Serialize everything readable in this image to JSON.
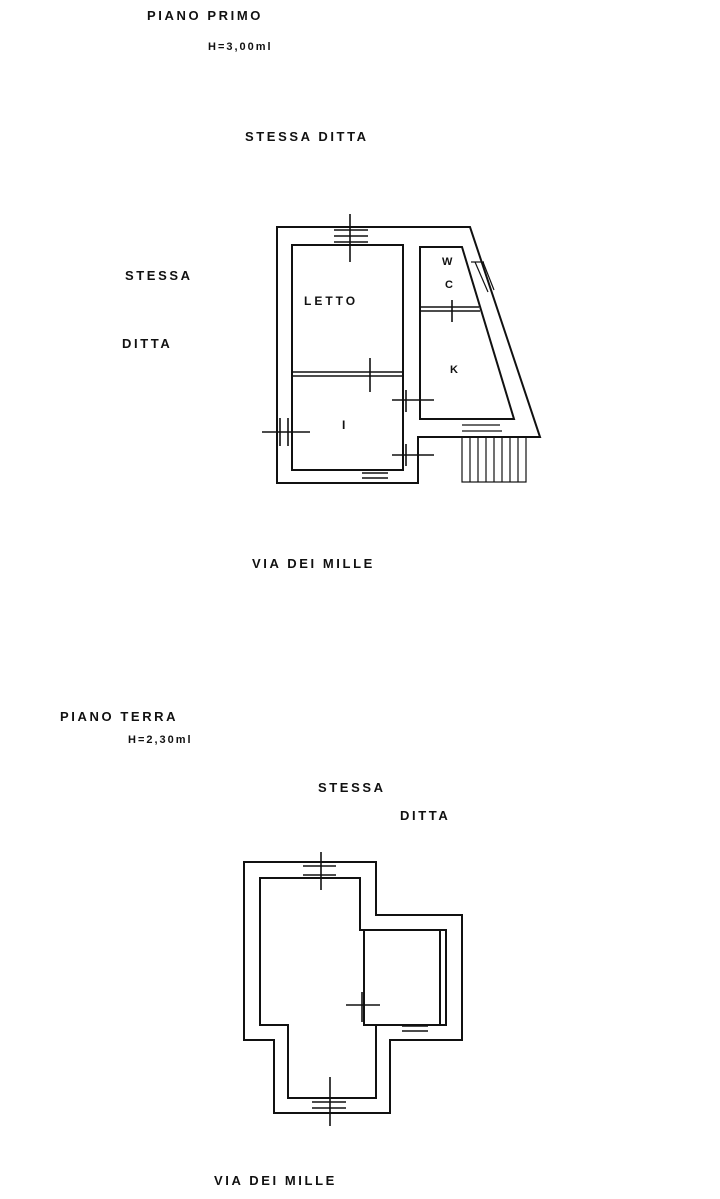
{
  "piano_primo": {
    "title": "PIANO PRIMO",
    "height": "H=3,00ml",
    "neighbor_top": "STESSA DITTA",
    "neighbor_left_1": "STESSA",
    "neighbor_left_2": "DITTA",
    "street": "VIA DEI MILLE",
    "rooms": {
      "letto": "LETTO",
      "ingresso": "I",
      "wc_w": "W",
      "wc_c": "C",
      "cucina": "K"
    }
  },
  "piano_terra": {
    "title": "PIANO TERRA",
    "height": "H=2,30ml",
    "neighbor_1": "STESSA",
    "neighbor_2": "DITTA",
    "street": "VIA DEI MILLE"
  }
}
